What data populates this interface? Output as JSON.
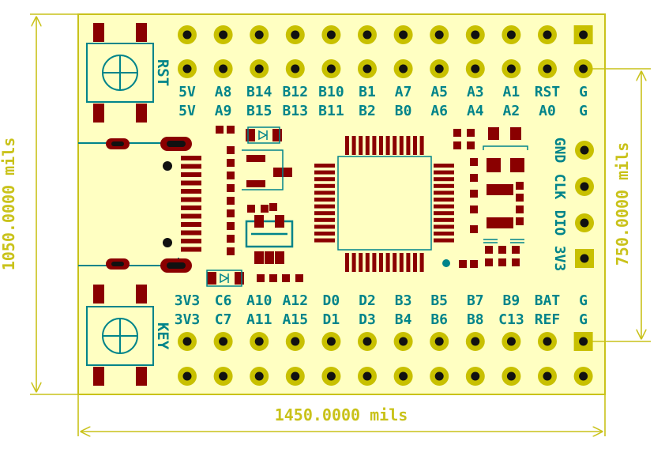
{
  "colors": {
    "background": "#ffffff",
    "board_fill": "#ffffc2",
    "dimension": "#c9c21a",
    "silkscreen": "#00848a",
    "copper_pad": "#8a0000",
    "pad_ring": "#c8c000",
    "hole": "#111111"
  },
  "dimensions": {
    "width": "1450.0000 mils",
    "height": "1050.0000 mils",
    "header_spacing": "750.0000 mils"
  },
  "buttons": [
    {
      "label": "RST"
    },
    {
      "label": "KEY"
    }
  ],
  "top_header": {
    "row1_labels": [
      "5V",
      "A8",
      "B14",
      "B12",
      "B10",
      "B1",
      "A7",
      "A5",
      "A3",
      "A1",
      "RST",
      "G"
    ],
    "row2_labels": [
      "5V",
      "A9",
      "B15",
      "B13",
      "B11",
      "B2",
      "B0",
      "A6",
      "A4",
      "A2",
      "A0",
      "G"
    ],
    "pin_count": 12,
    "square_pad_index": 11
  },
  "bottom_header": {
    "row1_labels": [
      "3V3",
      "C6",
      "A10",
      "A12",
      "D0",
      "D2",
      "B3",
      "B5",
      "B7",
      "B9",
      "BAT",
      "G"
    ],
    "row2_labels": [
      "3V3",
      "C7",
      "A11",
      "A15",
      "D1",
      "D3",
      "B4",
      "B6",
      "B8",
      "C13",
      "REF",
      "G"
    ],
    "pin_count": 12,
    "square_pad_index": 11
  },
  "swd_header": {
    "labels": [
      "GND",
      "CLK",
      "DIO",
      "3V3"
    ],
    "square_pad_index": 3
  }
}
